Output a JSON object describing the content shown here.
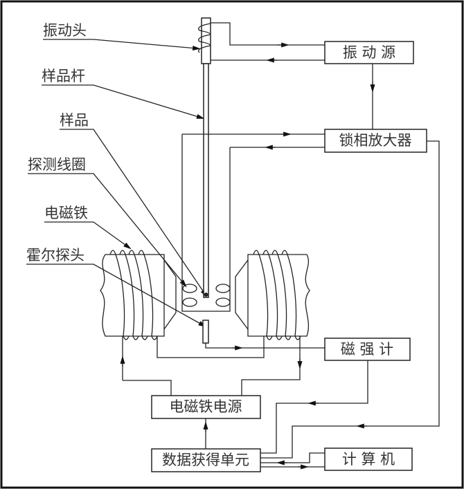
{
  "labels": {
    "vibration_head": "振动头",
    "sample_rod": "样品杆",
    "sample": "样品",
    "detection_coil": "探测线圈",
    "electromagnet": "电磁铁",
    "hall_probe": "霍尔探头"
  },
  "blocks": {
    "vibration_source": "振 动 源",
    "lockin_amplifier": "锁相放大器",
    "magnetometer": "磁 强 计",
    "magnet_power": "电磁铁电源",
    "daq_unit": "数据获得单元",
    "computer": "计 算 机"
  },
  "colors": {
    "line": "#222222",
    "background": "#ffffff"
  }
}
